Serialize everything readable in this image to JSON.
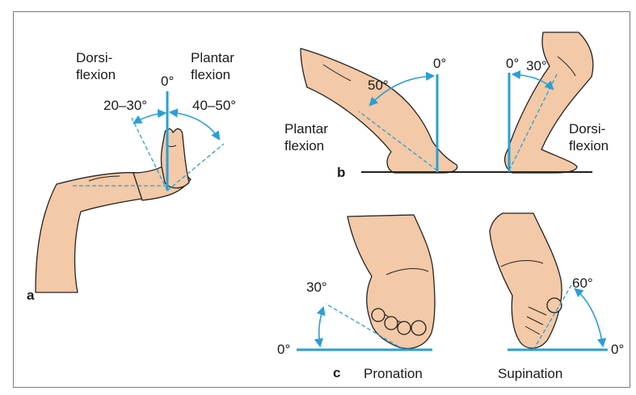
{
  "panel_a": {
    "letter": "a",
    "left_label_1": "Dorsi-",
    "left_label_2": "flexion",
    "right_label_1": "Plantar",
    "right_label_2": "flexion",
    "zero": "0°",
    "dorsi_range": "20–30°",
    "plantar_range": "40–50°"
  },
  "panel_b": {
    "letter": "b",
    "plantar_label_1": "Plantar",
    "plantar_label_2": "flexion",
    "dorsi_label_1": "Dorsi-",
    "dorsi_label_2": "flexion",
    "zero_left": "0°",
    "plantar_angle": "50°",
    "zero_right": "0°",
    "dorsi_angle": "30°"
  },
  "panel_c": {
    "letter": "c",
    "zero_left": "0°",
    "pronation_angle": "30°",
    "pronation_label": "Pronation",
    "supination_angle": "60°",
    "zero_right": "0°",
    "supination_label": "Supination"
  },
  "colors": {
    "accent": "#2a9fd6",
    "skin": "#f3c9a7",
    "outline": "#222222"
  }
}
